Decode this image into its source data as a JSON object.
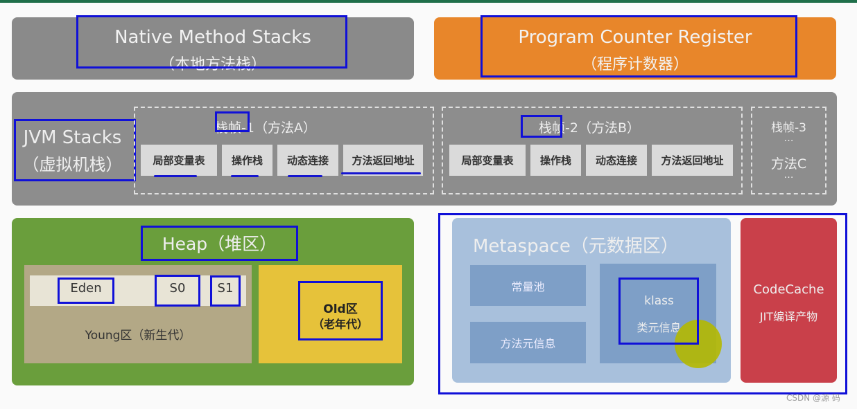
{
  "native": {
    "title": "Native Method Stacks",
    "subtitle": "（本地方法栈）"
  },
  "pc": {
    "title": "Program Counter Register",
    "subtitle": "（程序计数器）"
  },
  "jvm": {
    "title": "JVM Stacks",
    "subtitle": "（虚拟机栈）",
    "frames": [
      {
        "label": "栈帧-1（方法A）",
        "cells": [
          "局部变量表",
          "操作栈",
          "动态连接",
          "方法返回地址"
        ]
      },
      {
        "label": "栈帧-2（方法B）",
        "cells": [
          "局部变量表",
          "操作栈",
          "动态连接",
          "方法返回地址"
        ]
      },
      {
        "label": "栈帧-3",
        "dots1": "…",
        "method": "方法C",
        "dots2": "…"
      }
    ]
  },
  "heap": {
    "title": "Heap（堆区）",
    "eden": "Eden",
    "s0": "S0",
    "s1": "S1",
    "young": "Young区（新生代）",
    "old": "Old区",
    "old_sub": "（老年代）"
  },
  "meta": {
    "title": "Metaspace（元数据区）",
    "pool": "常量池",
    "method_meta": "方法元信息",
    "klass": "klass",
    "klass_sub": "类元信息"
  },
  "codecache": {
    "title": "CodeCache",
    "subtitle": "JIT编译产物"
  },
  "watermark": "CSDN @源 码",
  "colors": {
    "annotation": "#1010d8",
    "native": "#8a8a8a",
    "pc": "#e8862a",
    "heap": "#6a9e3c",
    "old": "#e6c23a",
    "meta": "#a8c0dc",
    "codecache": "#c9404a"
  }
}
